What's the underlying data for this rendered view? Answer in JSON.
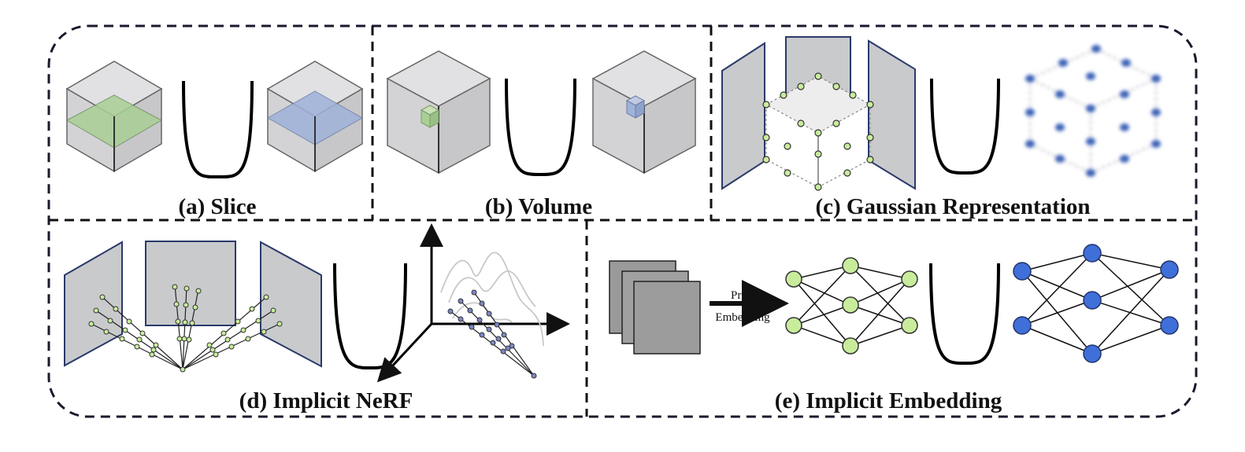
{
  "panels": {
    "a": {
      "caption": "(a) Slice"
    },
    "b": {
      "caption": "(b) Volume"
    },
    "c": {
      "caption": "(c) Gaussian Representation"
    },
    "d": {
      "caption": "(d) Implicit NeRF"
    },
    "e": {
      "caption": "(e) Implicit Embedding",
      "arrow_label_line1": "Prior",
      "arrow_label_line2": "Embedding"
    }
  },
  "colors": {
    "frame": "#1a1a2e",
    "cube_fill": "#d4d4d6",
    "cube_stroke": "#555555",
    "green_slice": "#a9cf95",
    "blue_slice": "#9fb2d9",
    "node_green": "#c8ec9c",
    "node_blue": "#3f6fd8",
    "plane_fill": "#c9cacc",
    "plane_stroke": "#2b3a6a",
    "gaussian_blob": "#3d63b8"
  },
  "icons": [
    "u-shaped-curve-icon",
    "cube-icon",
    "plane-icon",
    "neural-network-icon",
    "axis-icon",
    "image-stack-icon"
  ]
}
